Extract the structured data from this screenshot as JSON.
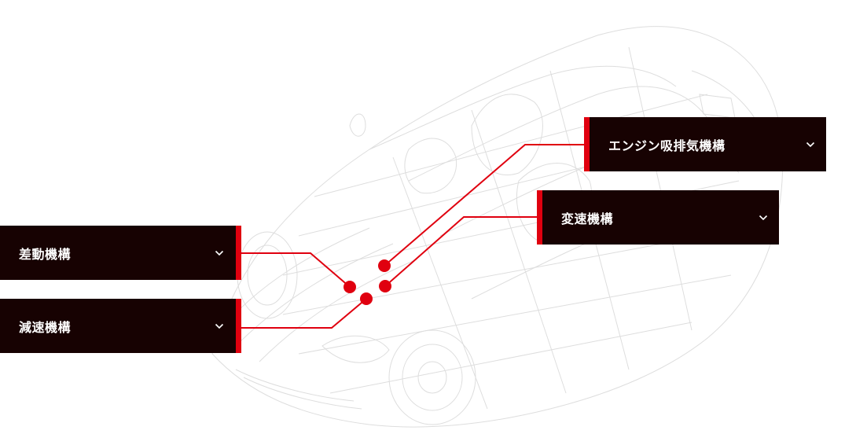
{
  "panels": {
    "engine": {
      "label": "エンジン吸排気機構",
      "icon": "chevron-down-icon"
    },
    "transmission": {
      "label": "変速機構",
      "icon": "chevron-down-icon"
    },
    "differential": {
      "label": "差動機構",
      "icon": "chevron-down-icon"
    },
    "reduction": {
      "label": "減速機構",
      "icon": "chevron-down-icon"
    }
  },
  "colors": {
    "panel_bg": "#170202",
    "accent": "#e0000f",
    "text": "#ffffff",
    "wireframe": "#d6d6d6"
  }
}
